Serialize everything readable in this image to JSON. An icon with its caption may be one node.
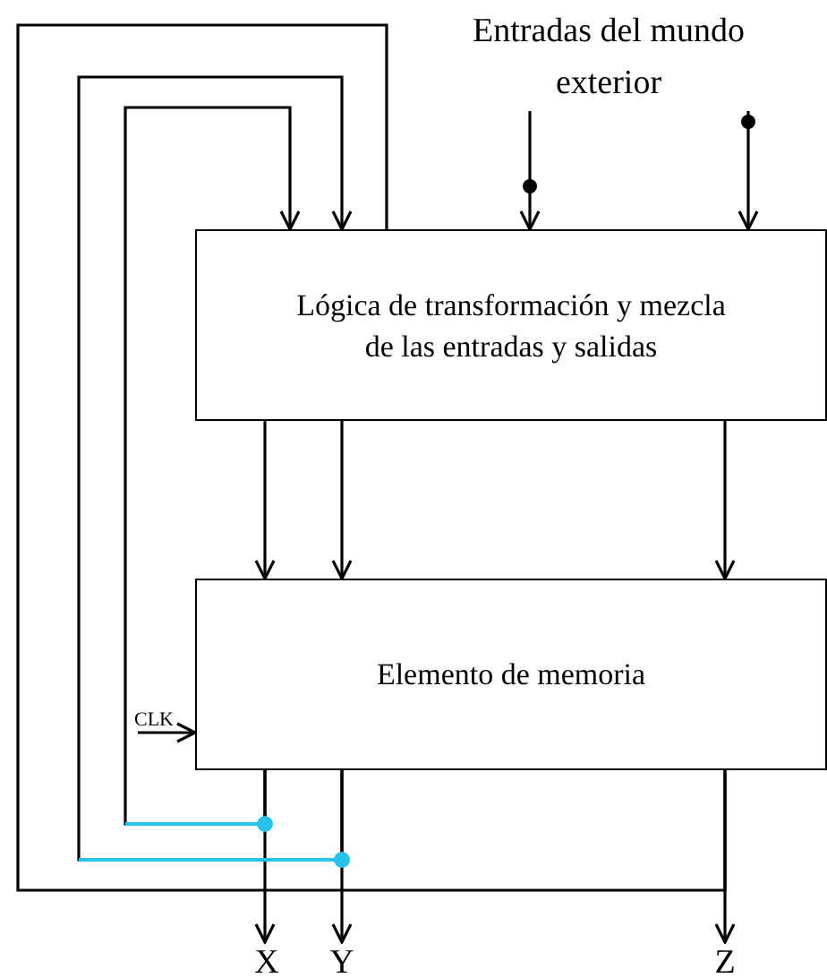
{
  "diagram": {
    "nodes": [
      {
        "text": [
          "Lógica de transformación y mezcla de las entradas y salidas"
        ]
      },
      {
        "text": [
          "Elemento de memoria"
        ]
      },
      {
        "text": [
          "X"
        ]
      },
      {
        "text": [
          "Y"
        ]
      },
      {
        "text": [
          "Z"
        ]
      },
      {
        "text": [
          "Entradas del mundo exterior"
        ]
      },
      {
        "text": [
          "CLK"
        ]
      }
    ],
    "edges": [
      {
        "from": 0,
        "to": 1,
        "arrow": "to"
      },
      {
        "from": 0,
        "to": 1,
        "arrow": "to"
      },
      {
        "from": 0,
        "to": 1,
        "arrow": "to"
      },
      {
        "from": 1,
        "to": 2,
        "arrow": "to"
      },
      {
        "from": 1,
        "to": 3,
        "arrow": "to"
      },
      {
        "from": 1,
        "to": 4,
        "arrow": "to"
      },
      {
        "from": 1,
        "to": 0,
        "arrow": "to"
      },
      {
        "from": 1,
        "to": 0,
        "arrow": "to"
      },
      {
        "from": 0,
        "to": 1,
        "arrow": "none"
      },
      {
        "from": 5,
        "to": 0,
        "arrow": "to"
      },
      {
        "from": 5,
        "to": 0,
        "arrow": "to"
      },
      {
        "from": 6,
        "to": 1,
        "arrow": "to"
      }
    ]
  }
}
